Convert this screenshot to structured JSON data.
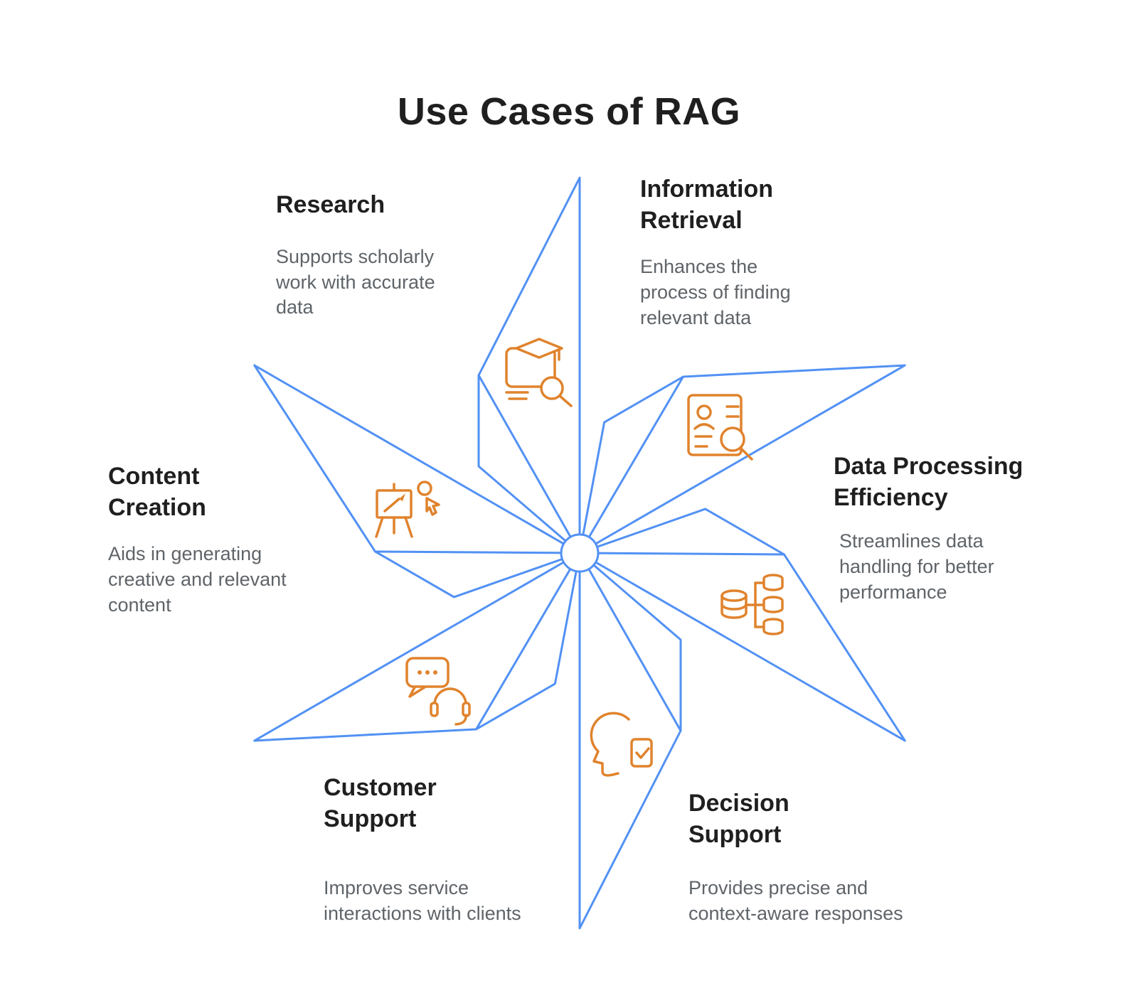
{
  "title": "Use Cases of RAG",
  "colors": {
    "blade": "#5291f4",
    "icon": "#e0832d",
    "heading": "#1f1f1f",
    "body": "#5f6469",
    "background": "#ffffff"
  },
  "items": [
    {
      "label": "Research",
      "description": "Supports scholarly work with accurate data",
      "icon": "graduation-search-icon"
    },
    {
      "label": "Information Retrieval",
      "description": "Enhances the process of finding relevant data",
      "icon": "profile-search-icon"
    },
    {
      "label": "Data Processing Efficiency",
      "description": "Streamlines data handling for better performance",
      "icon": "database-flow-icon"
    },
    {
      "label": "Decision Support",
      "description": "Provides precise and context-aware responses",
      "icon": "head-checklist-icon"
    },
    {
      "label": "Customer Support",
      "description": "Improves service interactions with clients",
      "icon": "chat-headset-icon"
    },
    {
      "label": "Content Creation",
      "description": "Aids in generating creative and relevant content",
      "icon": "easel-brush-icon"
    }
  ]
}
